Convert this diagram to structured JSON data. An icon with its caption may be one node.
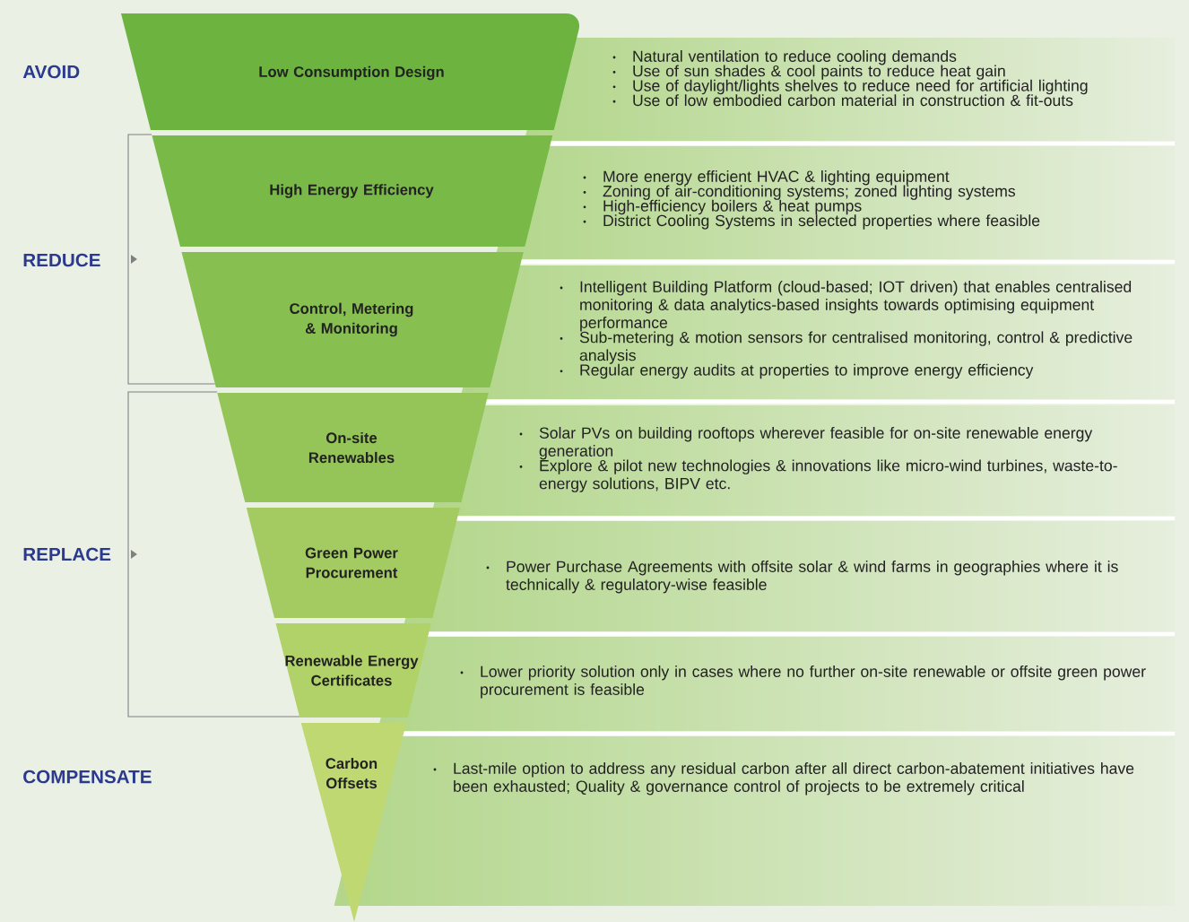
{
  "diagram": {
    "nodes": [
      {
        "text": [
          "Low Consumption Design"
        ],
        "beside": [
          "Natural ventilation to reduce cooling demands",
          "Use of sun shades & cool paints to reduce heat gain",
          "Use of daylight/lights shelves to reduce need for artificial lighting",
          "Use of low embodied carbon material in construction & fit-outs"
        ]
      },
      {
        "text": [
          "High Energy Efficiency"
        ],
        "beside": [
          "More energy efficient HVAC & lighting equipment",
          "Zoning of air-conditioning systems; zoned lighting systems",
          "High-efficiency boilers & heat pumps",
          "District Cooling Systems in selected properties where feasible"
        ]
      },
      {
        "text": [
          "Control, Metering & Monitoring"
        ],
        "beside": [
          "Intelligent Building Platform (cloud-based; IOT driven) that enables centralised monitoring & data analytics-based insights towards optimising equipment performance",
          "Sub-metering & motion sensors for centralised monitoring, control & predictive analysis",
          "Regular energy audits at properties to improve energy efficiency"
        ]
      },
      {
        "text": [
          "On-site Renewables"
        ],
        "beside": [
          "Solar PVs on building rooftops wherever feasible for on-site renewable energy generation",
          "Explore & pilot new technologies & innovations like micro-wind turbines, waste-to-energy solutions, BIPV etc."
        ]
      },
      {
        "text": [
          "Green Power Procurement"
        ],
        "beside": [
          "Power Purchase Agreements with offsite solar & wind farms in geographies where it is technically & regulatory-wise feasible"
        ]
      },
      {
        "text": [
          "Renewable Energy Certificates"
        ],
        "beside": [
          "Lower priority solution only in cases where no further on-site renewable or offsite green power procurement is feasible"
        ]
      },
      {
        "text": [
          "Carbon Offsets"
        ],
        "beside": [
          "Last-mile option to address any residual carbon after all direct carbon-abatement initiatives have been exhausted; Quality & governance control of projects to be extremely critical"
        ]
      }
    ],
    "labels": [
      "AVOID",
      "REDUCE",
      "REPLACE",
      "COMPENSATE"
    ]
  }
}
